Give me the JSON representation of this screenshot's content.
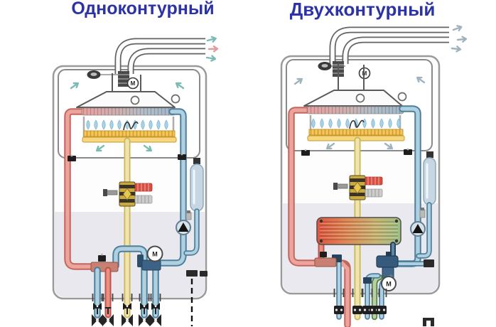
{
  "titles": {
    "left": "Одноконтурный",
    "right": "Двухконтурный"
  },
  "marks": {
    "fan_motor": "M",
    "pressure_gauge": "M"
  },
  "colors": {
    "title_text": "#2c33a4",
    "heating_flow_red": "#e2574e",
    "water_blue": "#aed0e0",
    "gas_yellow": "#f0e4ab",
    "dhw_green": "#b7d2a2",
    "burner_orange": "#f2c44f",
    "flame_blue": "#a5d2e6",
    "casing_gray": "#9a9a9a",
    "lower_shade": "#e8e8ee"
  },
  "diagram": {
    "left_boiler": {
      "type_label": "Одноконтурный",
      "components": [
        "coaxial-flue",
        "fan-motor",
        "air-pressure-switch",
        "combustion-chamber",
        "primary-heat-exchanger",
        "burner",
        "ignition-electrode",
        "gas-valve",
        "gas-pipe",
        "heating-flow-pipe",
        "heating-return-pipe",
        "circulation-pump",
        "auto-air-vent",
        "expansion-tank",
        "pressure-gauge",
        "filling-manifold",
        "service-valves",
        "safety-drain-dashed-line"
      ]
    },
    "right_boiler": {
      "type_label": "Двухконтурный",
      "components": [
        "coaxial-flue",
        "fan-motor",
        "air-pressure-switch",
        "combustion-chamber",
        "primary-heat-exchanger",
        "burner",
        "ignition-electrode",
        "gas-valve",
        "gas-pipe",
        "secondary-plate-heat-exchanger",
        "three-way-diverter-valve",
        "heating-flow-pipe",
        "heating-return-pipe",
        "cold-water-inlet",
        "dhw-outlet-green",
        "circulation-pump",
        "auto-air-vent",
        "expansion-tank",
        "pressure-gauge",
        "service-valves"
      ]
    }
  }
}
